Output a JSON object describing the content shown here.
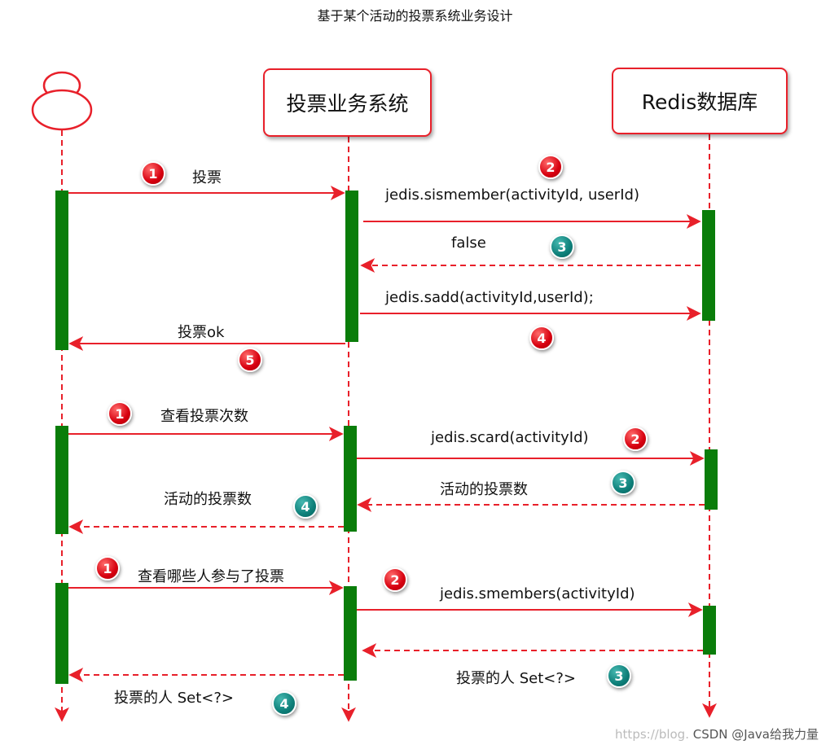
{
  "title": "基于某个活动的投票系统业务设计",
  "participants": {
    "system": "投票业务系统",
    "redis": "Redis数据库"
  },
  "messages": [
    {
      "id": "m1",
      "text": "投票",
      "badge": "1",
      "badge_color": "red"
    },
    {
      "id": "m2",
      "text": "jedis.sismember(activityId, userId)",
      "badge": "2",
      "badge_color": "red"
    },
    {
      "id": "m3",
      "text": "false",
      "badge": "3",
      "badge_color": "teal"
    },
    {
      "id": "m4",
      "text": "jedis.sadd(activityId,userId);",
      "badge": "4",
      "badge_color": "red"
    },
    {
      "id": "m5",
      "text": "投票ok",
      "badge": "5",
      "badge_color": "red"
    },
    {
      "id": "m6",
      "text": "查看投票次数",
      "badge": "1",
      "badge_color": "red"
    },
    {
      "id": "m7",
      "text": "jedis.scard(activityId)",
      "badge": "2",
      "badge_color": "red"
    },
    {
      "id": "m8",
      "text": "活动的投票数",
      "badge": "3",
      "badge_color": "teal"
    },
    {
      "id": "m9",
      "text": "活动的投票数",
      "badge": "4",
      "badge_color": "teal"
    },
    {
      "id": "m10",
      "text": "查看哪些人参与了投票",
      "badge": "1",
      "badge_color": "red"
    },
    {
      "id": "m11",
      "text": "jedis.smembers(activityId)",
      "badge": "2",
      "badge_color": "red"
    },
    {
      "id": "m12",
      "text": "投票的人 Set<?>",
      "badge": "3",
      "badge_color": "teal"
    },
    {
      "id": "m13",
      "text": "投票的人 Set<?>",
      "badge": "4",
      "badge_color": "teal"
    }
  ],
  "watermark": {
    "faint": "https://blog.",
    "text": "CSDN @Java给我力量"
  },
  "colors": {
    "line": "#e8202a",
    "activation": "#0a7d0a",
    "badge_red": "#d7000f",
    "badge_teal": "#0e7f79"
  }
}
